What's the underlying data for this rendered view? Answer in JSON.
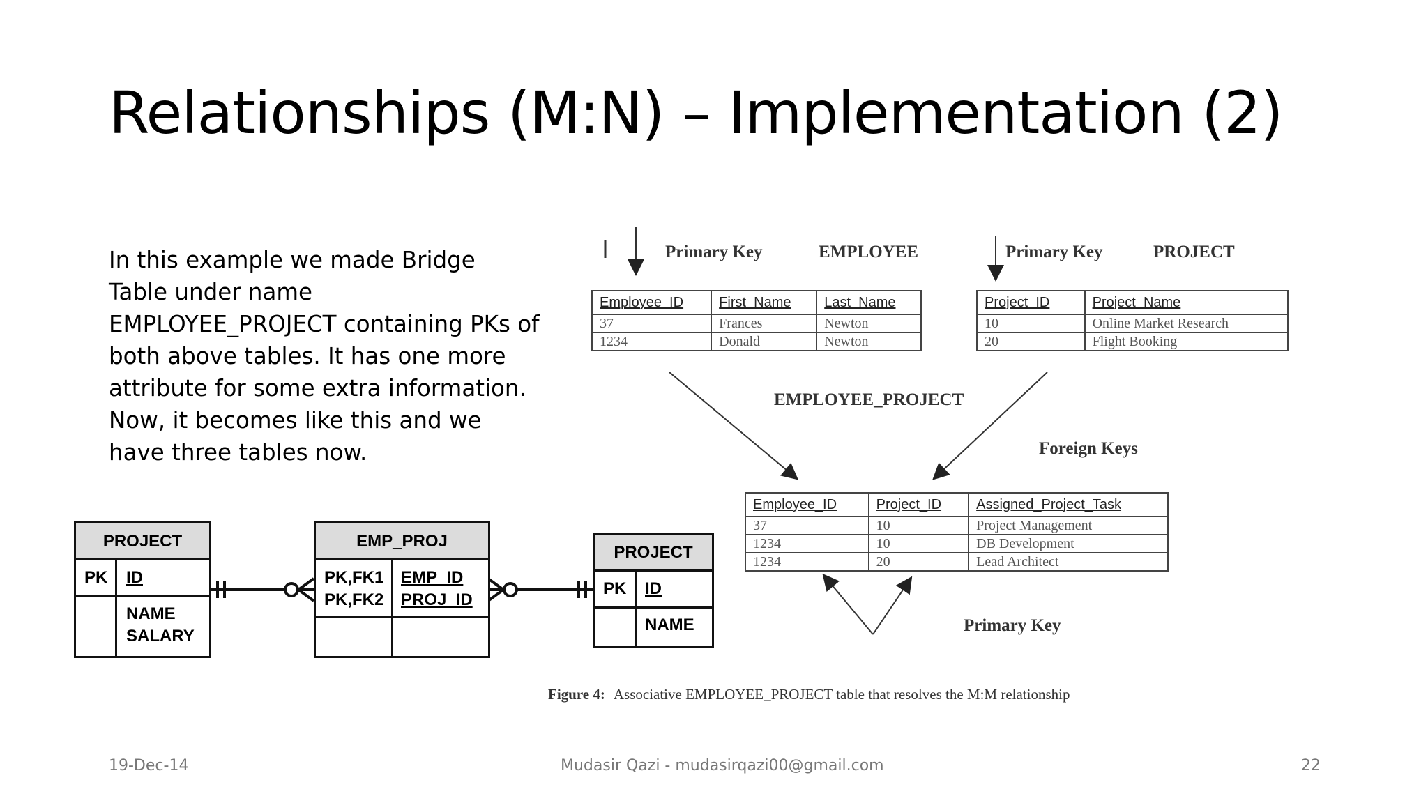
{
  "slide": {
    "title": "Relationships (M:N) – Implementation (2)",
    "body": [
      "In this example we made Bridge Table under name EMPLOYEE_PROJECT containing PKs of both above tables. It has one more attribute for some extra information.",
      "Now, it becomes like this and we have three tables now."
    ]
  },
  "figure": {
    "labels": {
      "primary_key_1": "Primary Key",
      "employee": "EMPLOYEE",
      "primary_key_2": "Primary Key",
      "project": "PROJECT",
      "employee_project": "EMPLOYEE_PROJECT",
      "foreign_keys": "Foreign Keys",
      "primary_key_3": "Primary Key"
    },
    "employee_table": {
      "headers": [
        "Employee_ID",
        "First_Name",
        "Last_Name"
      ],
      "rows": [
        [
          "37",
          "Frances",
          "Newton"
        ],
        [
          "1234",
          "Donald",
          "Newton"
        ]
      ]
    },
    "project_table": {
      "headers": [
        "Project_ID",
        "Project_Name"
      ],
      "rows": [
        [
          "10",
          "Online Market Research"
        ],
        [
          "20",
          "Flight Booking"
        ]
      ]
    },
    "bridge_table": {
      "headers": [
        "Employee_ID",
        "Project_ID",
        "Assigned_Project_Task"
      ],
      "rows": [
        [
          "37",
          "10",
          "Project Management"
        ],
        [
          "1234",
          "10",
          "DB Development"
        ],
        [
          "1234",
          "20",
          "Lead Architect"
        ]
      ]
    },
    "caption_label": "Figure 4:",
    "caption_text": "Associative EMPLOYEE_PROJECT  table that resolves the M:M relationship"
  },
  "erd": {
    "left": {
      "title": "PROJECT",
      "pk": "PK",
      "key": "ID",
      "attrs": [
        "NAME",
        "SALARY"
      ]
    },
    "middle": {
      "title": "EMP_PROJ",
      "pk1": "PK,FK1",
      "pk2": "PK,FK2",
      "key1": "EMP_ID",
      "key2": "PROJ_ID"
    },
    "right": {
      "title": "PROJECT",
      "pk": "PK",
      "key": "ID",
      "attrs": [
        "NAME"
      ]
    }
  },
  "footer": {
    "date": "19-Dec-14",
    "author": "Mudasir Qazi - mudasirqazi00@gmail.com",
    "page": "22"
  }
}
